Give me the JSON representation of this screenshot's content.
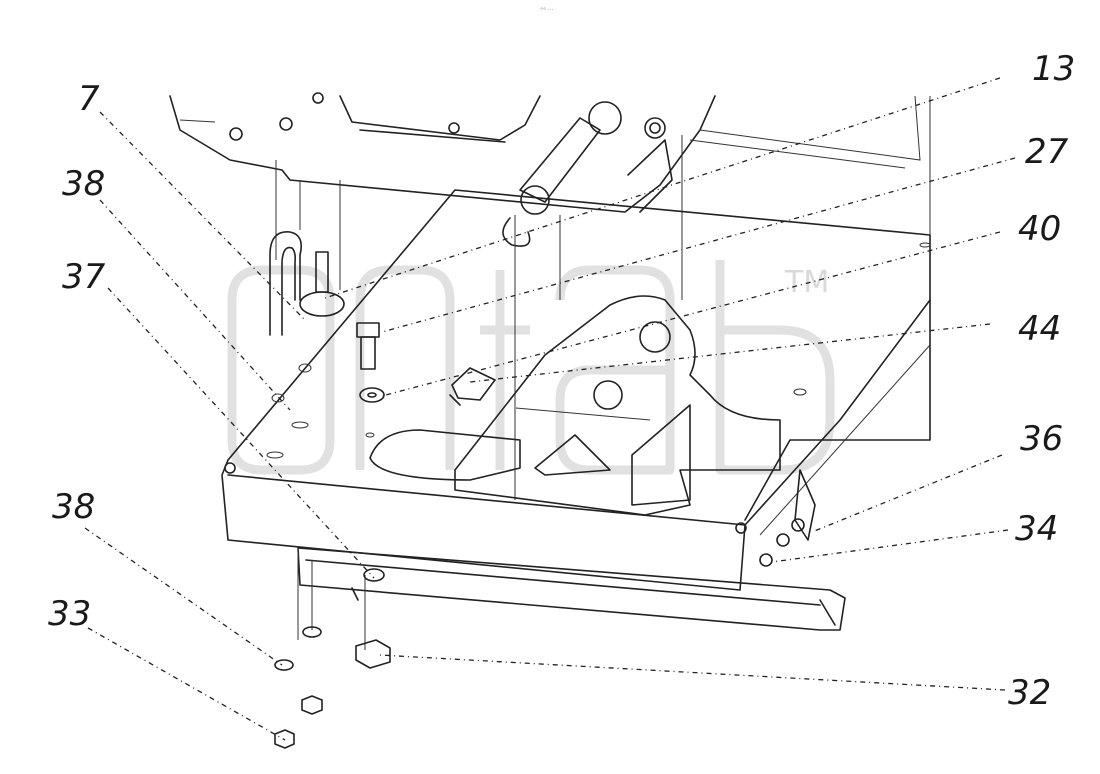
{
  "top_marking": "°° ···",
  "watermark": {
    "text": "TM"
  },
  "callouts": [
    {
      "id": "c13",
      "label": "13"
    },
    {
      "id": "c27",
      "label": "27"
    },
    {
      "id": "c40",
      "label": "40"
    },
    {
      "id": "c44",
      "label": "44"
    },
    {
      "id": "c36",
      "label": "36"
    },
    {
      "id": "c34",
      "label": "34"
    },
    {
      "id": "c32",
      "label": "32"
    },
    {
      "id": "c7",
      "label": "7"
    },
    {
      "id": "c38a",
      "label": "38"
    },
    {
      "id": "c37",
      "label": "37"
    },
    {
      "id": "c38b",
      "label": "38"
    },
    {
      "id": "c33",
      "label": "33"
    }
  ]
}
